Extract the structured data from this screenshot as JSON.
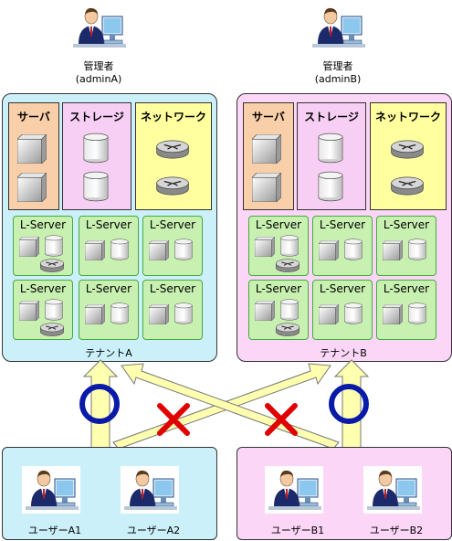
{
  "admins": [
    {
      "name": "管理者",
      "id": "(adminA)"
    },
    {
      "name": "管理者",
      "id": "(adminB)"
    }
  ],
  "panels": {
    "server": "サーバ",
    "storage": "ストレージ",
    "network": "ネットワーク"
  },
  "lserver_label": "L-Server",
  "tenants": [
    "テナントA",
    "テナントB"
  ],
  "users": [
    "ユーザーA1",
    "ユーザーA2",
    "ユーザーB1",
    "ユーザーB2"
  ],
  "colors": {
    "tenant_a": "#ccf0fa",
    "tenant_b": "#fbd6f7",
    "server_panel": "#f8cfa8",
    "storage_panel": "#f8cff4",
    "network_panel": "#ffffa0",
    "lserver": "#c8f0b0",
    "arrow": "#ffffb0",
    "allowed_mark": "#0a1aa8",
    "denied_mark": "#e00000"
  }
}
